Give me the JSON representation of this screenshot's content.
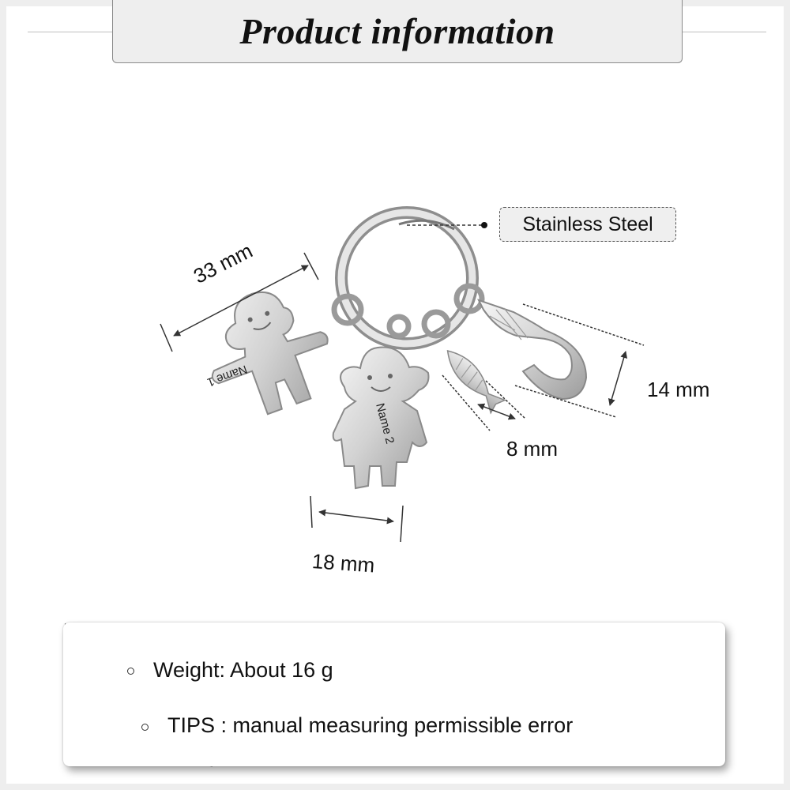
{
  "header": {
    "title": "Product information"
  },
  "material": {
    "label": "Stainless Steel"
  },
  "charms": {
    "boy": {
      "engraving": "Name 1"
    },
    "girl": {
      "engraving": "Name 2"
    }
  },
  "dimensions": {
    "boy_height": "33 mm",
    "girl_width": "18 mm",
    "fish_length": "8 mm",
    "hook_length": "14 mm"
  },
  "info": {
    "weight": "Weight: About 16 g",
    "tips": "TIPS : manual measuring permissible error"
  },
  "colors": {
    "panel_gray": "#eeeeee",
    "metal": "#d8d8d8",
    "text": "#111111"
  }
}
